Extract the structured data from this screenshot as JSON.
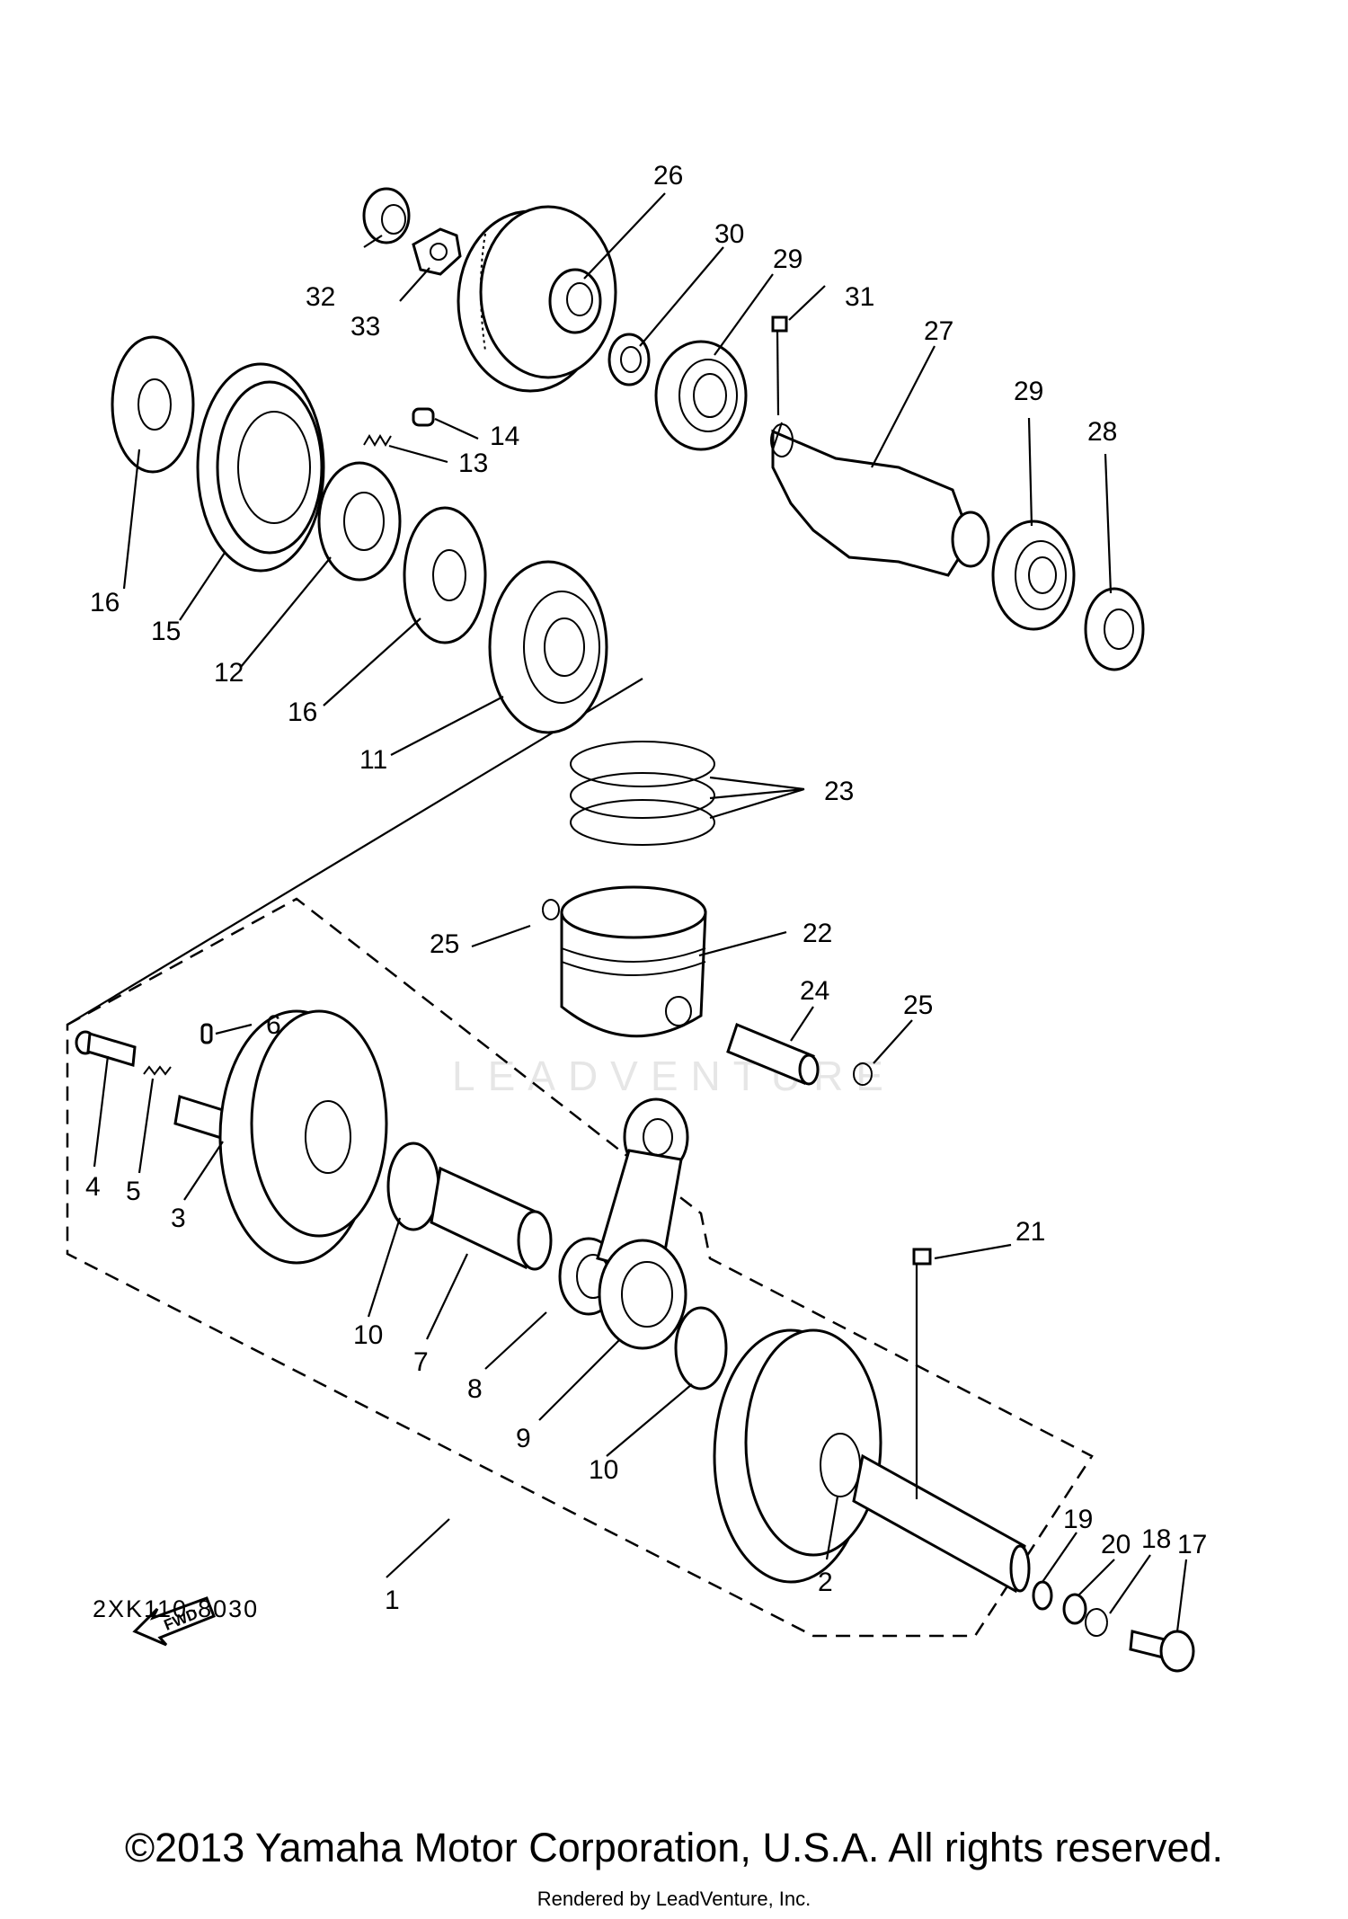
{
  "callouts": [
    {
      "id": "c1",
      "text": "1"
    },
    {
      "id": "c2",
      "text": "2"
    },
    {
      "id": "c3",
      "text": "3"
    },
    {
      "id": "c4",
      "text": "4"
    },
    {
      "id": "c5",
      "text": "5"
    },
    {
      "id": "c6",
      "text": "6"
    },
    {
      "id": "c7",
      "text": "7"
    },
    {
      "id": "c8",
      "text": "8"
    },
    {
      "id": "c9",
      "text": "9"
    },
    {
      "id": "c10a",
      "text": "10"
    },
    {
      "id": "c10b",
      "text": "10"
    },
    {
      "id": "c11",
      "text": "11"
    },
    {
      "id": "c12",
      "text": "12"
    },
    {
      "id": "c13",
      "text": "13"
    },
    {
      "id": "c14",
      "text": "14"
    },
    {
      "id": "c15",
      "text": "15"
    },
    {
      "id": "c16a",
      "text": "16"
    },
    {
      "id": "c16b",
      "text": "16"
    },
    {
      "id": "c17",
      "text": "17"
    },
    {
      "id": "c18",
      "text": "18"
    },
    {
      "id": "c19",
      "text": "19"
    },
    {
      "id": "c20",
      "text": "20"
    },
    {
      "id": "c21",
      "text": "21"
    },
    {
      "id": "c22",
      "text": "22"
    },
    {
      "id": "c23",
      "text": "23"
    },
    {
      "id": "c24",
      "text": "24"
    },
    {
      "id": "c25a",
      "text": "25"
    },
    {
      "id": "c25b",
      "text": "25"
    },
    {
      "id": "c26",
      "text": "26"
    },
    {
      "id": "c27",
      "text": "27"
    },
    {
      "id": "c28",
      "text": "28"
    },
    {
      "id": "c29a",
      "text": "29"
    },
    {
      "id": "c29b",
      "text": "29"
    },
    {
      "id": "c30",
      "text": "30"
    },
    {
      "id": "c31",
      "text": "31"
    },
    {
      "id": "c32",
      "text": "32"
    },
    {
      "id": "c33",
      "text": "33"
    }
  ],
  "drawing_code": "2XK110-8030",
  "fwd_label": "FWD",
  "watermark": "LEADVENTURE",
  "copyright": "©2013 Yamaha Motor Corporation, U.S.A. All rights reserved.",
  "rendered_by": "Rendered by LeadVenture, Inc."
}
